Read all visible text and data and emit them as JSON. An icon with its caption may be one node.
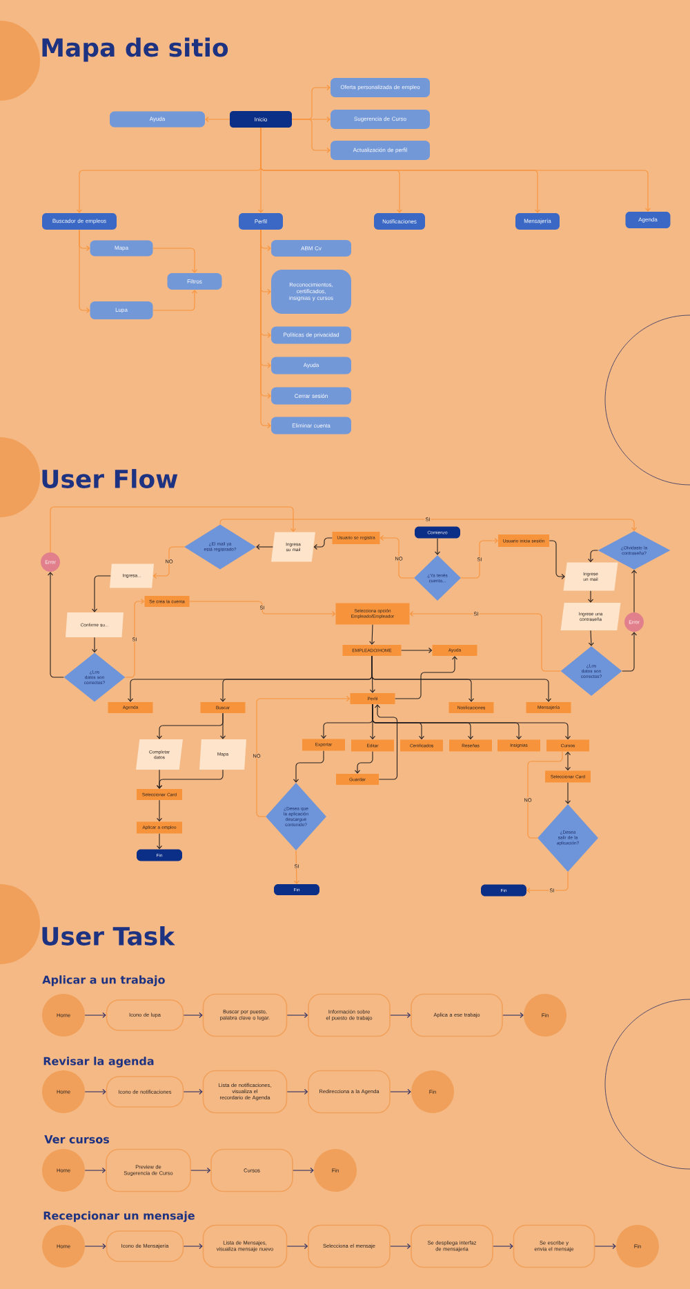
{
  "diagram": {
    "nodes": [
      {
        "text": [
          "Inicio"
        ]
      },
      {
        "text": [
          "Ayuda"
        ]
      },
      {
        "text": [
          "Oferta personalizada de empleo"
        ]
      },
      {
        "text": [
          "Sugerencia de Curso"
        ]
      },
      {
        "text": [
          "Actualización de perfil"
        ]
      },
      {
        "text": [
          "Buscador de empleos"
        ]
      },
      {
        "text": [
          "Perfil"
        ]
      },
      {
        "text": [
          "Notificaciones"
        ]
      },
      {
        "text": [
          "Mensajería"
        ]
      },
      {
        "text": [
          "Agenda"
        ]
      },
      {
        "text": [
          "Mapa"
        ]
      },
      {
        "text": [
          "Filtros"
        ]
      },
      {
        "text": [
          "Lupa"
        ]
      },
      {
        "text": [
          "ABM Cv"
        ]
      },
      {
        "text": [
          "Reconocimientos, certificados, insignias y cursos"
        ]
      },
      {
        "text": [
          "Políticas de privacidad"
        ]
      },
      {
        "text": [
          "Ayuda"
        ]
      },
      {
        "text": [
          "Cerrar sesión"
        ]
      },
      {
        "text": [
          "Eliminar cuenta"
        ]
      },
      {
        "text": [
          "Comienzo"
        ]
      },
      {
        "text": [
          "¿Ya tenés cuenta..."
        ]
      },
      {
        "text": [
          "Usuario se registra"
        ]
      },
      {
        "text": [
          "Usuario inicia sesión"
        ]
      },
      {
        "text": [
          "Ingresa su mail"
        ]
      },
      {
        "text": [
          "¿El mail ya está registrado?"
        ]
      },
      {
        "text": [
          "Ingresa..."
        ]
      },
      {
        "text": [
          "Confirme su..."
        ]
      },
      {
        "text": [
          "¿Los datos son correctos?"
        ]
      },
      {
        "text": [
          "Error"
        ]
      },
      {
        "text": [
          "Se crea la cuenta"
        ]
      },
      {
        "text": [
          "¿Olvidaste la contraseña?"
        ]
      },
      {
        "text": [
          "Ingrese un mail"
        ]
      },
      {
        "text": [
          "Ingrese una contraseña"
        ]
      },
      {
        "text": [
          "¿Los datos son correctos?"
        ]
      },
      {
        "text": [
          "Error"
        ]
      },
      {
        "text": [
          "Selecciona opción Empleado/Empleador"
        ]
      },
      {
        "text": [
          "EMPLEADO/HOME"
        ]
      },
      {
        "text": [
          "Ayuda"
        ]
      },
      {
        "text": [
          "Agenda"
        ]
      },
      {
        "text": [
          "Buscar"
        ]
      },
      {
        "text": [
          "Perfil"
        ]
      },
      {
        "text": [
          "Notificaciones"
        ]
      },
      {
        "text": [
          "Mensajería"
        ]
      },
      {
        "text": [
          "Completar datos"
        ]
      },
      {
        "text": [
          "Mapa"
        ]
      },
      {
        "text": [
          "Seleccionar Card"
        ]
      },
      {
        "text": [
          "Aplicar a empleo"
        ]
      },
      {
        "text": [
          "Fin"
        ]
      },
      {
        "text": [
          "Exportar"
        ]
      },
      {
        "text": [
          "Editar"
        ]
      },
      {
        "text": [
          "Certificados"
        ]
      },
      {
        "text": [
          "Reseñas"
        ]
      },
      {
        "text": [
          "Insignias"
        ]
      },
      {
        "text": [
          "Cursos"
        ]
      },
      {
        "text": [
          "Guardar"
        ]
      },
      {
        "text": [
          "¿Desea que la aplicación descargue contenido?"
        ]
      },
      {
        "text": [
          "Fin"
        ]
      },
      {
        "text": [
          "Seleccionar Card"
        ]
      },
      {
        "text": [
          "¿Desea salir de la aplicación?"
        ]
      },
      {
        "text": [
          "Fin"
        ]
      },
      {
        "text": [
          "Home"
        ]
      },
      {
        "text": [
          "Icono de lupa"
        ]
      },
      {
        "text": [
          "Buscar por puesto, palabra clave o lugar."
        ]
      },
      {
        "text": [
          "Información sobre el puesto de trabajo"
        ]
      },
      {
        "text": [
          "Aplica a ese trabajo"
        ]
      },
      {
        "text": [
          "Fin"
        ]
      },
      {
        "text": [
          "Home"
        ]
      },
      {
        "text": [
          "Icono de notificaciones"
        ]
      },
      {
        "text": [
          "Lista de notificaciones, visualiza el recordario de Agenda"
        ]
      },
      {
        "text": [
          "Redirecciona a la Agenda"
        ]
      },
      {
        "text": [
          "Fin"
        ]
      },
      {
        "text": [
          "Home"
        ]
      },
      {
        "text": [
          "Preview de Sugerencia de Curso"
        ]
      },
      {
        "text": [
          "Cursos"
        ]
      },
      {
        "text": [
          "Fin"
        ]
      },
      {
        "text": [
          "Home"
        ]
      },
      {
        "text": [
          "Icono de Mensajería"
        ]
      },
      {
        "text": [
          "Lista de Mensajes, visualiza mensaje nuevo"
        ]
      },
      {
        "text": [
          "Selecciona el mensaje"
        ]
      },
      {
        "text": [
          "Se despliega interfaz de mensajeria"
        ]
      },
      {
        "text": [
          "Se escribe y envia el mensaje"
        ]
      },
      {
        "text": [
          "Fin"
        ]
      }
    ],
    "edges": [
      {
        "from": 0,
        "to": 1,
        "arrow": "to",
        "color": "#f7923a"
      },
      {
        "from": 0,
        "to": 2,
        "arrow": "to",
        "color": "#f7923a"
      },
      {
        "from": 0,
        "to": 3,
        "arrow": "to",
        "color": "#f7923a"
      },
      {
        "from": 0,
        "to": 4,
        "arrow": "to",
        "color": "#f7923a"
      },
      {
        "from": 0,
        "to": 5,
        "arrow": "to",
        "color": "#f7923a"
      },
      {
        "from": 0,
        "to": 6,
        "arrow": "to",
        "color": "#f7923a"
      },
      {
        "from": 0,
        "to": 7,
        "arrow": "to",
        "color": "#f7923a"
      },
      {
        "from": 0,
        "to": 8,
        "arrow": "to",
        "color": "#f7923a"
      },
      {
        "from": 0,
        "to": 9,
        "arrow": "to",
        "color": "#f7923a"
      },
      {
        "from": 5,
        "to": 10,
        "arrow": "to",
        "color": "#f7923a"
      },
      {
        "from": 5,
        "to": 12,
        "arrow": "to",
        "color": "#f7923a"
      },
      {
        "from": 10,
        "to": 11,
        "arrow": "to",
        "color": "#f7923a"
      },
      {
        "from": 12,
        "to": 11,
        "arrow": "to",
        "color": "#f7923a"
      },
      {
        "from": 6,
        "to": 13,
        "arrow": "to",
        "color": "#f7923a"
      },
      {
        "from": 6,
        "to": 14,
        "arrow": "to",
        "color": "#f7923a"
      },
      {
        "from": 6,
        "to": 15,
        "arrow": "to",
        "color": "#f7923a"
      },
      {
        "from": 6,
        "to": 16,
        "arrow": "to",
        "color": "#f7923a"
      },
      {
        "from": 6,
        "to": 17,
        "arrow": "to",
        "color": "#f7923a"
      },
      {
        "from": 6,
        "to": 18,
        "arrow": "to",
        "color": "#f7923a"
      },
      {
        "from": 19,
        "to": 20,
        "arrow": "to"
      },
      {
        "from": 20,
        "to": 21,
        "arrow": "to",
        "label": "NO",
        "color": "#f7923a"
      },
      {
        "from": 20,
        "to": 22,
        "arrow": "to",
        "label": "SI",
        "color": "#f7923a"
      },
      {
        "from": 21,
        "to": 23,
        "arrow": "to"
      },
      {
        "from": 23,
        "to": 24,
        "arrow": "to"
      },
      {
        "from": 24,
        "to": 25,
        "arrow": "to",
        "label": "NO",
        "color": "#f7923a"
      },
      {
        "from": 24,
        "to": 30,
        "arrow": "to",
        "label": "SI",
        "color": "#f7923a"
      },
      {
        "from": 28,
        "to": 23,
        "arrow": "to",
        "color": "#f7923a"
      },
      {
        "from": 25,
        "to": 26,
        "arrow": "to"
      },
      {
        "from": 26,
        "to": 27,
        "arrow": "to"
      },
      {
        "from": 27,
        "to": 28,
        "arrow": "to"
      },
      {
        "from": 27,
        "to": 29,
        "arrow": "to",
        "label": "SI",
        "color": "#f7923a"
      },
      {
        "from": 29,
        "to": 35,
        "arrow": "to",
        "label": "SI",
        "color": "#f7923a"
      },
      {
        "from": 22,
        "to": 31,
        "arrow": "to"
      },
      {
        "from": 30,
        "to": 31,
        "arrow": "to"
      },
      {
        "from": 31,
        "to": 32,
        "arrow": "to"
      },
      {
        "from": 32,
        "to": 33,
        "arrow": "to"
      },
      {
        "from": 33,
        "to": 34,
        "arrow": "to"
      },
      {
        "from": 34,
        "to": 30,
        "arrow": "to"
      },
      {
        "from": 33,
        "to": 35,
        "arrow": "to",
        "label": "SI",
        "color": "#f7923a"
      },
      {
        "from": 35,
        "to": 36,
        "arrow": "to"
      },
      {
        "from": 36,
        "to": 37,
        "arrow": "to"
      },
      {
        "from": 36,
        "to": 38,
        "arrow": "to"
      },
      {
        "from": 36,
        "to": 39,
        "arrow": "to"
      },
      {
        "from": 36,
        "to": 40,
        "arrow": "to"
      },
      {
        "from": 36,
        "to": 41,
        "arrow": "to"
      },
      {
        "from": 36,
        "to": 42,
        "arrow": "to"
      },
      {
        "from": 40,
        "to": 37,
        "arrow": "to"
      },
      {
        "from": 40,
        "to": 48,
        "arrow": "to"
      },
      {
        "from": 40,
        "to": 49,
        "arrow": "to"
      },
      {
        "from": 40,
        "to": 50,
        "arrow": "to"
      },
      {
        "from": 40,
        "to": 51,
        "arrow": "to"
      },
      {
        "from": 40,
        "to": 52,
        "arrow": "to"
      },
      {
        "from": 40,
        "to": 53,
        "arrow": "to"
      },
      {
        "from": 49,
        "to": 54,
        "arrow": "to"
      },
      {
        "from": 54,
        "to": 40,
        "arrow": "to"
      },
      {
        "from": 48,
        "to": 55,
        "arrow": "to"
      },
      {
        "from": 55,
        "to": 56,
        "arrow": "to",
        "label": "SI",
        "color": "#f7923a"
      },
      {
        "from": 55,
        "to": 40,
        "arrow": "to",
        "label": "NO",
        "color": "#f7923a"
      },
      {
        "from": 39,
        "to": 43,
        "arrow": "to"
      },
      {
        "from": 39,
        "to": 44,
        "arrow": "to"
      },
      {
        "from": 43,
        "to": 45,
        "arrow": "to"
      },
      {
        "from": 44,
        "to": 45,
        "arrow": "to"
      },
      {
        "from": 45,
        "to": 46,
        "arrow": "to"
      },
      {
        "from": 46,
        "to": 47,
        "arrow": "to"
      },
      {
        "from": 53,
        "to": 57,
        "arrow": "both"
      },
      {
        "from": 57,
        "to": 58,
        "arrow": "to"
      },
      {
        "from": 58,
        "to": 53,
        "arrow": "none",
        "label": "NO",
        "color": "#f7923a"
      },
      {
        "from": 58,
        "to": 59,
        "arrow": "to",
        "label": "SI",
        "color": "#f7923a"
      },
      {
        "from": 60,
        "to": 61,
        "arrow": "to",
        "color": "#2b2e63"
      },
      {
        "from": 61,
        "to": 62,
        "arrow": "to",
        "color": "#2b2e63"
      },
      {
        "from": 62,
        "to": 63,
        "arrow": "to",
        "color": "#2b2e63"
      },
      {
        "from": 63,
        "to": 64,
        "arrow": "to",
        "color": "#2b2e63"
      },
      {
        "from": 64,
        "to": 65,
        "arrow": "to",
        "color": "#2b2e63"
      },
      {
        "from": 66,
        "to": 67,
        "arrow": "to",
        "color": "#2b2e63"
      },
      {
        "from": 67,
        "to": 68,
        "arrow": "to",
        "color": "#2b2e63"
      },
      {
        "from": 68,
        "to": 69,
        "arrow": "to",
        "color": "#2b2e63"
      },
      {
        "from": 69,
        "to": 70,
        "arrow": "to",
        "color": "#2b2e63"
      },
      {
        "from": 71,
        "to": 72,
        "arrow": "to",
        "color": "#2b2e63"
      },
      {
        "from": 72,
        "to": 73,
        "arrow": "to",
        "color": "#2b2e63"
      },
      {
        "from": 73,
        "to": 74,
        "arrow": "to",
        "color": "#2b2e63"
      },
      {
        "from": 75,
        "to": 76,
        "arrow": "to",
        "color": "#2b2e63"
      },
      {
        "from": 76,
        "to": 77,
        "arrow": "to",
        "color": "#2b2e63"
      },
      {
        "from": 77,
        "to": 78,
        "arrow": "to",
        "color": "#2b2e63"
      },
      {
        "from": 78,
        "to": 79,
        "arrow": "to",
        "color": "#2b2e63"
      },
      {
        "from": 79,
        "to": 80,
        "arrow": "to",
        "color": "#2b2e63"
      },
      {
        "from": 80,
        "to": 81,
        "arrow": "to",
        "color": "#2b2e63"
      }
    ],
    "labels": [
      "Mapa de sitio",
      "User Flow",
      "User Task",
      "Aplicar a un trabajo",
      "Revisar la agenda",
      "Ver cursos",
      "Recepcionar un mensaje"
    ]
  }
}
